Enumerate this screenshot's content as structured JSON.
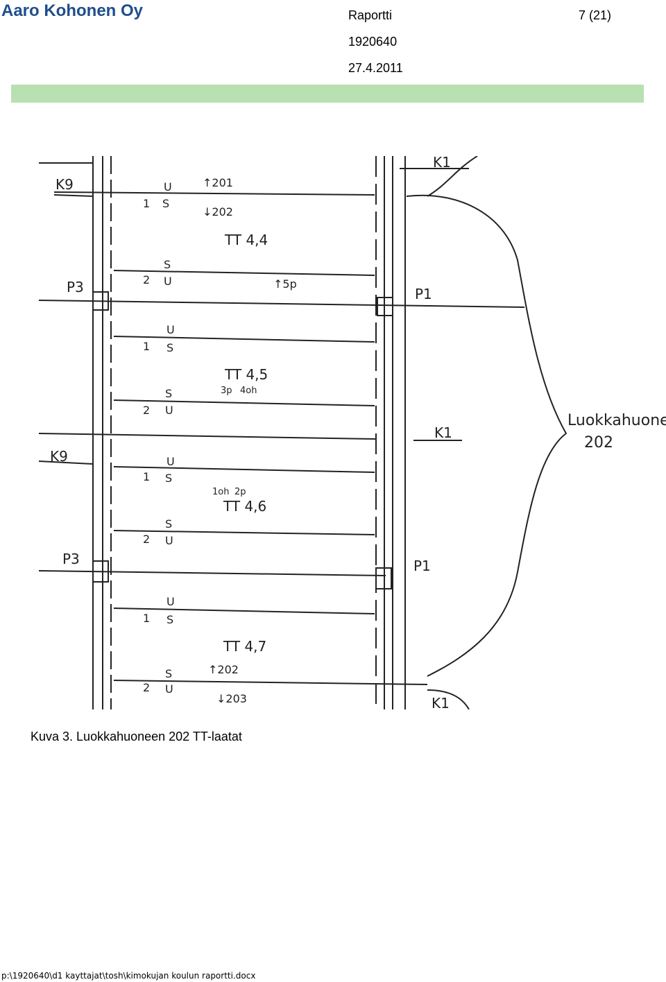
{
  "header": {
    "company": "Aaro Kohonen Oy",
    "doc_type": "Raportti",
    "page": "7 (21)",
    "doc_number": "1920640",
    "date": "27.4.2011"
  },
  "drawing": {
    "labels": {
      "k9_top": "K9",
      "k9_mid": "K9",
      "k1_top": "K1",
      "k1_mid": "K1",
      "k1_bottom": "K1",
      "p3_top": "P3",
      "p3_bottom": "P3",
      "p1_top": "P1",
      "p1_bottom": "P1",
      "tt44": "TT 4,4",
      "tt45": "TT 4,5",
      "tt46": "TT 4,6",
      "tt47": "TT 4,7",
      "arrow_201_top": "↑201",
      "arrow_202_top": "↓202",
      "arrow_5p": "↑5p",
      "arrow_3p": "3p",
      "arrow_4oh": "4oh",
      "arrow_1oh": "1oh",
      "arrow_2p": "2p",
      "arrow_202_bottom": "↑202",
      "arrow_203": "↓203",
      "room_name": "Luokkahuone",
      "room_number": "202",
      "u1": "U",
      "s1": "S",
      "n1": "1",
      "s2": "S",
      "u2": "U",
      "n2": "2",
      "u3": "U",
      "s3": "S",
      "n3": "1",
      "s4": "S",
      "u4": "U",
      "n4": "2",
      "u5": "U",
      "s5": "S",
      "n5": "1",
      "s6": "S",
      "u6": "U",
      "n6": "2",
      "u7": "U",
      "s7": "S",
      "n7": "1",
      "s8": "S",
      "u8": "U",
      "n8": "2"
    }
  },
  "caption": "Kuva 3. Luokkahuoneen 202 TT-laatat",
  "footer": "p:\\1920640\\d1 kayttajat\\tosh\\kimokujan koulun raportti.docx",
  "colors": {
    "company": "#1f4e8c",
    "band": "#b8e0b0"
  }
}
